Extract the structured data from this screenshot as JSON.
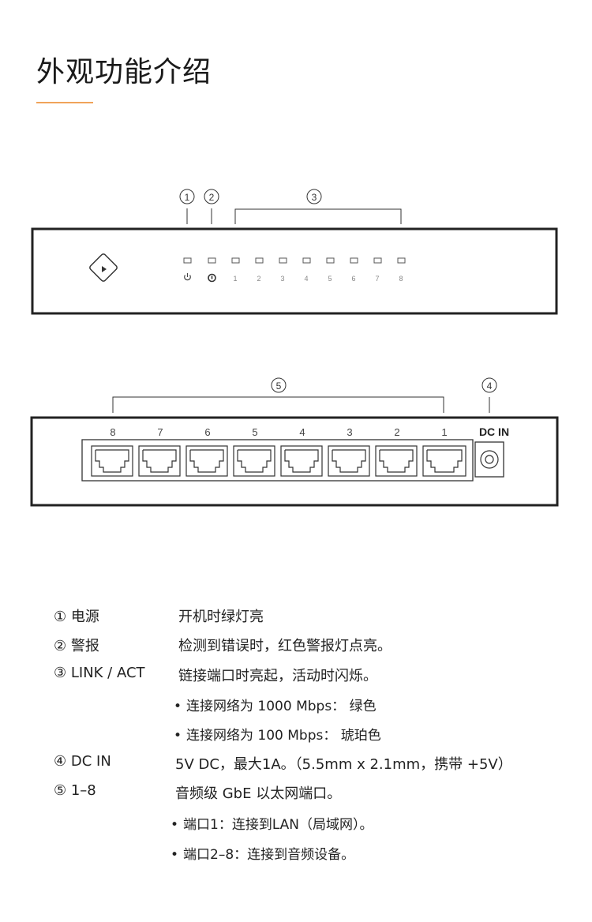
{
  "page": {
    "title": "外观功能介绍",
    "accent_color": "#f0a35a"
  },
  "front_panel": {
    "callouts": [
      "①",
      "②",
      "③"
    ],
    "port_leds": [
      "1",
      "2",
      "3",
      "4",
      "5",
      "6",
      "7",
      "8"
    ],
    "power_icon": "power-icon",
    "alert_icon": "alert-icon",
    "logo_icon": "play-diamond-logo-icon"
  },
  "rear_panel": {
    "callouts": [
      "⑤",
      "④"
    ],
    "dc_label": "DC IN",
    "port_numbers": [
      "8",
      "7",
      "6",
      "5",
      "4",
      "3",
      "2",
      "1"
    ]
  },
  "legend": [
    {
      "key": "① 电源",
      "desc": "开机时绿灯亮"
    },
    {
      "key": "② 警报",
      "desc": "检测到错误时，红色警报灯点亮。"
    },
    {
      "key": "③ LINK / ACT",
      "desc": "链接端口时亮起，活动时闪烁。"
    },
    {
      "key": "④ DC IN",
      "desc": "5V DC，最大1A。（5.5mm x 2.1mm，携带 +5V）"
    },
    {
      "key": "⑤ 1–8",
      "desc": "音频级 GbE 以太网端口。"
    }
  ],
  "bullets_link": [
    "连接网络为 1000 Mbps： 绿色",
    "连接网络为 100 Mbps： 琥珀色"
  ],
  "bullets_ports": [
    "端口1：连接到LAN（局域网）。",
    "端口2–8：连接到音频设备。"
  ]
}
